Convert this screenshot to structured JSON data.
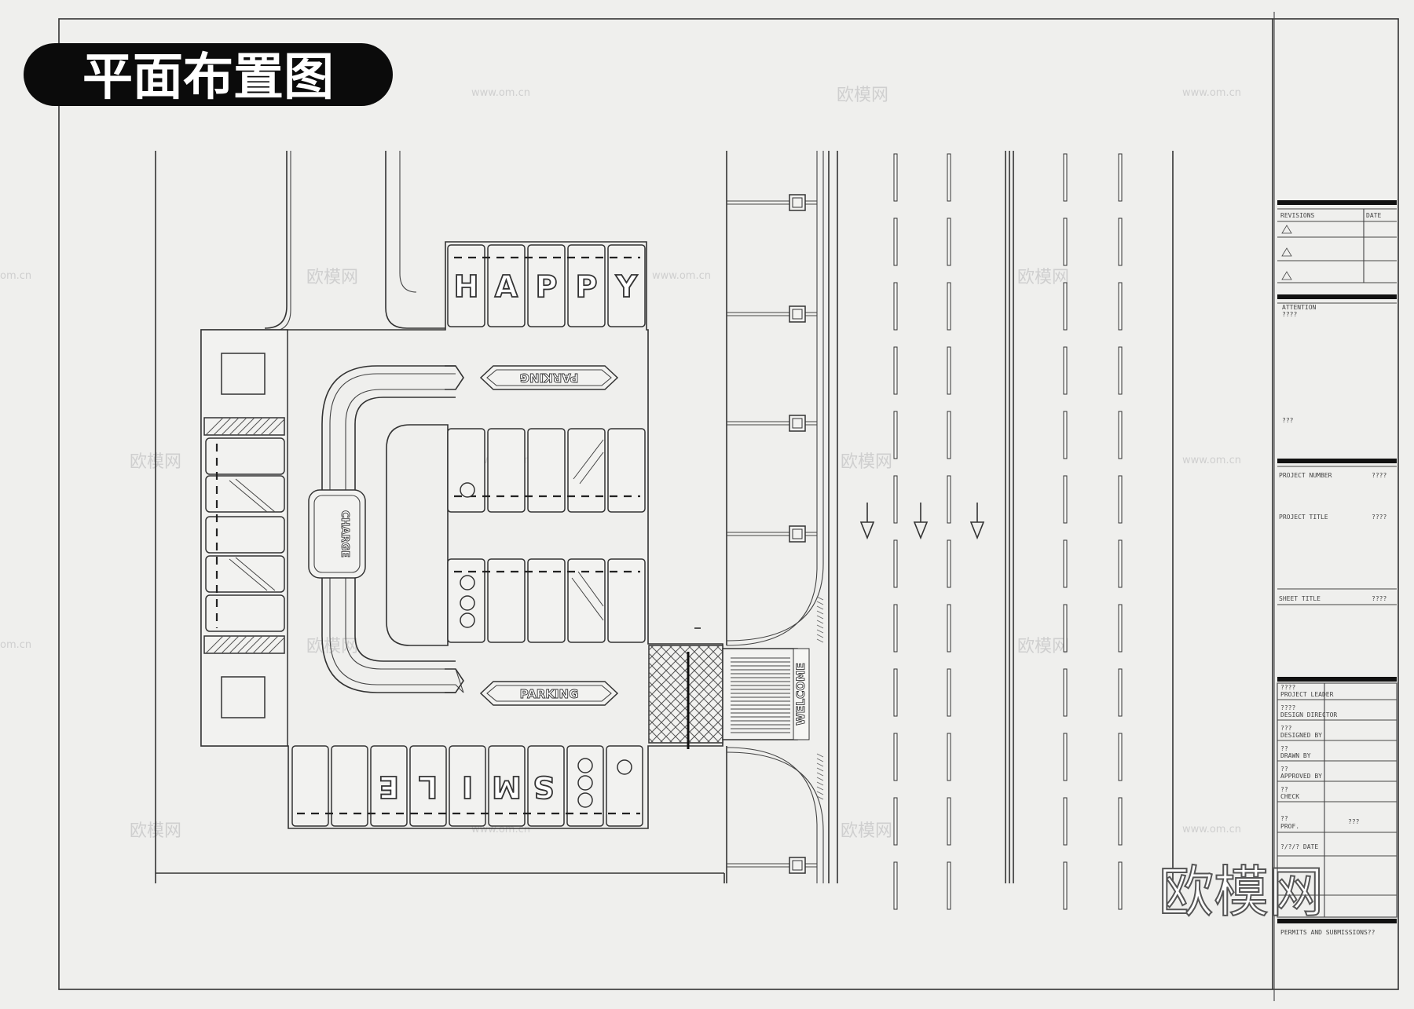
{
  "title": "平面布置图",
  "plan": {
    "letters_top": [
      "H",
      "A",
      "P",
      "P",
      "Y"
    ],
    "letters_bottom": [
      "S",
      "M",
      "I",
      "L",
      "E"
    ],
    "parking_label": "PARKING",
    "charge_label": "CHARGE",
    "welcome_label": "WELCOME"
  },
  "title_block": {
    "revisions": "REVISIONS",
    "date": "DATE",
    "attention": "ATTENTION",
    "attention_value": "????",
    "note": "???",
    "project_number": "PROJECT NUMBER",
    "project_number_value": "????",
    "project_title": "PROJECT TITLE",
    "project_title_value": "????",
    "sheet_title": "SHEET TITLE",
    "sheet_title_value": "????",
    "roles": [
      {
        "value": "????",
        "label": "PROJECT LEADER"
      },
      {
        "value": "????",
        "label": "DESIGN DIRECTOR"
      },
      {
        "value": "???",
        "label": "DESIGNED BY"
      },
      {
        "value": "??",
        "label": "DRAWN BY"
      },
      {
        "value": "??",
        "label": "APPROVED BY"
      },
      {
        "value": "??",
        "label": "CHECK"
      }
    ],
    "prof_value": "??",
    "prof_label": "PROF.",
    "prof_right": "???",
    "date_row": "?/?/? DATE",
    "footer": "PERMITS AND SUBMISSIONS??"
  },
  "watermark": {
    "brand": "欧模网",
    "url": "www.om.cn"
  }
}
